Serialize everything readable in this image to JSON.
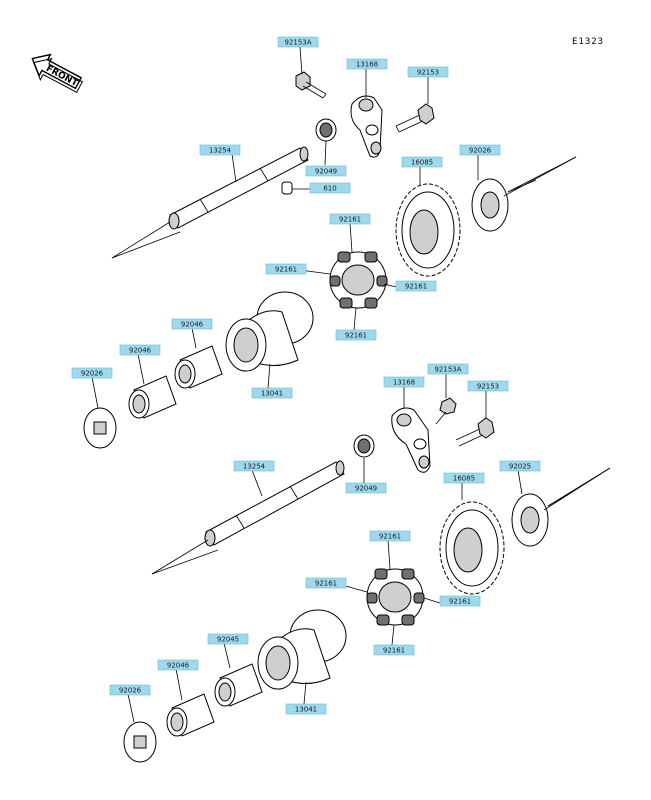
{
  "diagram_code": "E1323",
  "front_label": "FRONT",
  "labels": [
    {
      "id": "l1",
      "text": "92153A"
    },
    {
      "id": "l2",
      "text": "13168"
    },
    {
      "id": "l3",
      "text": "92153"
    },
    {
      "id": "l4",
      "text": "13254"
    },
    {
      "id": "l5",
      "text": "92049"
    },
    {
      "id": "l6",
      "text": "610"
    },
    {
      "id": "l7",
      "text": "16085"
    },
    {
      "id": "l8",
      "text": "92026"
    },
    {
      "id": "l9",
      "text": "92161"
    },
    {
      "id": "l10",
      "text": "92161"
    },
    {
      "id": "l11",
      "text": "92161"
    },
    {
      "id": "l12",
      "text": "92161"
    },
    {
      "id": "l13",
      "text": "92046"
    },
    {
      "id": "l14",
      "text": "92046"
    },
    {
      "id": "l15",
      "text": "92026"
    },
    {
      "id": "l16",
      "text": "13041"
    },
    {
      "id": "l17",
      "text": "13168"
    },
    {
      "id": "l18",
      "text": "92153A"
    },
    {
      "id": "l19",
      "text": "92153"
    },
    {
      "id": "l20",
      "text": "13254"
    },
    {
      "id": "l21",
      "text": "92049"
    },
    {
      "id": "l22",
      "text": "16085"
    },
    {
      "id": "l23",
      "text": "92025"
    },
    {
      "id": "l24",
      "text": "92161"
    },
    {
      "id": "l25",
      "text": "92161"
    },
    {
      "id": "l26",
      "text": "92161"
    },
    {
      "id": "l27",
      "text": "92161"
    },
    {
      "id": "l28",
      "text": "92045"
    },
    {
      "id": "l29",
      "text": "92046"
    },
    {
      "id": "l30",
      "text": "92026"
    },
    {
      "id": "l31",
      "text": "13041"
    }
  ]
}
